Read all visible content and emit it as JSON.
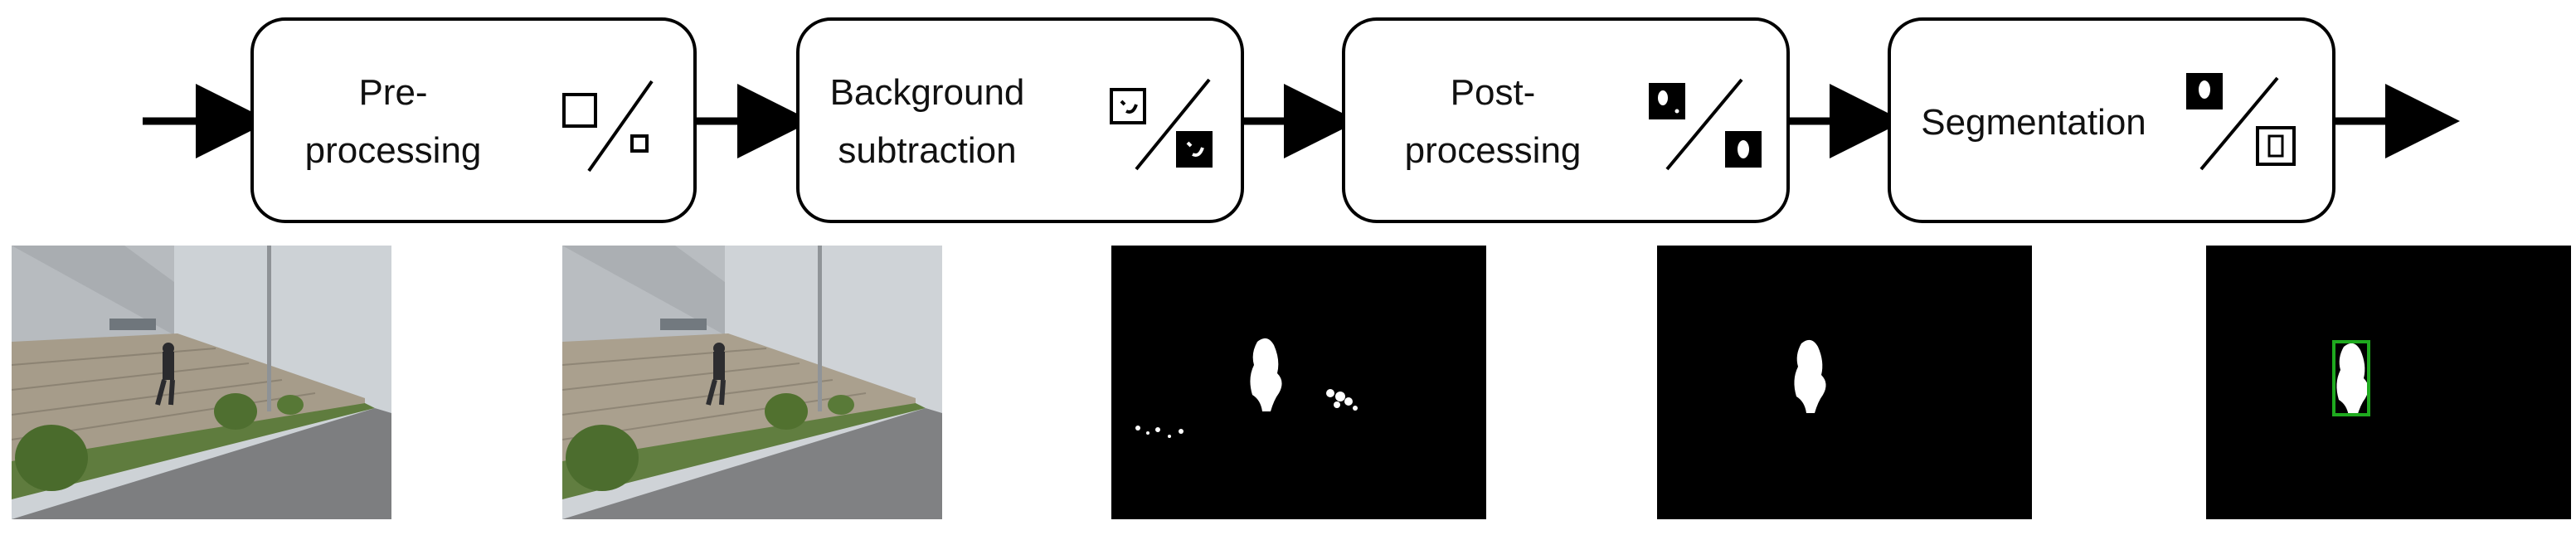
{
  "stages": [
    {
      "id": "preprocessing",
      "label_lines": [
        "Pre-",
        "processing"
      ]
    },
    {
      "id": "background-subtraction",
      "label_lines": [
        "Background",
        "subtraction"
      ]
    },
    {
      "id": "postprocessing",
      "label_lines": [
        "Post-",
        "processing"
      ]
    },
    {
      "id": "segmentation",
      "label_lines": [
        "Segmentation"
      ]
    }
  ],
  "result_images": [
    {
      "id": "input-frame",
      "kind": "photo"
    },
    {
      "id": "preprocessed-frame",
      "kind": "photo"
    },
    {
      "id": "foreground-mask",
      "kind": "mask"
    },
    {
      "id": "cleaned-mask",
      "kind": "mask"
    },
    {
      "id": "segmented-bounding-box",
      "kind": "mask-with-box",
      "box_color": "#1faa1f"
    }
  ],
  "colors": {
    "box_border": "#000000",
    "box_fill": "#ffffff",
    "arrow": "#000000",
    "sky": "#c9ced3",
    "building": "#b8bcc0",
    "wall": "#a89f8e",
    "road": "#7e7f80",
    "grass": "#587a3a",
    "mask_background": "#000000",
    "mask_blob": "#ffffff",
    "segment_box": "#1faa1f"
  }
}
